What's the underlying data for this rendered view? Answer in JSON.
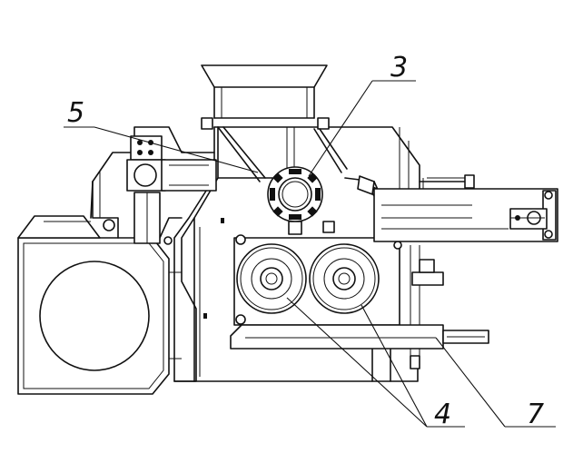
{
  "diagram": {
    "callouts": [
      {
        "id": "callout-3",
        "text": "3"
      },
      {
        "id": "callout-5",
        "text": "5"
      },
      {
        "id": "callout-4",
        "text": "4"
      },
      {
        "id": "callout-7",
        "text": "7"
      }
    ]
  }
}
